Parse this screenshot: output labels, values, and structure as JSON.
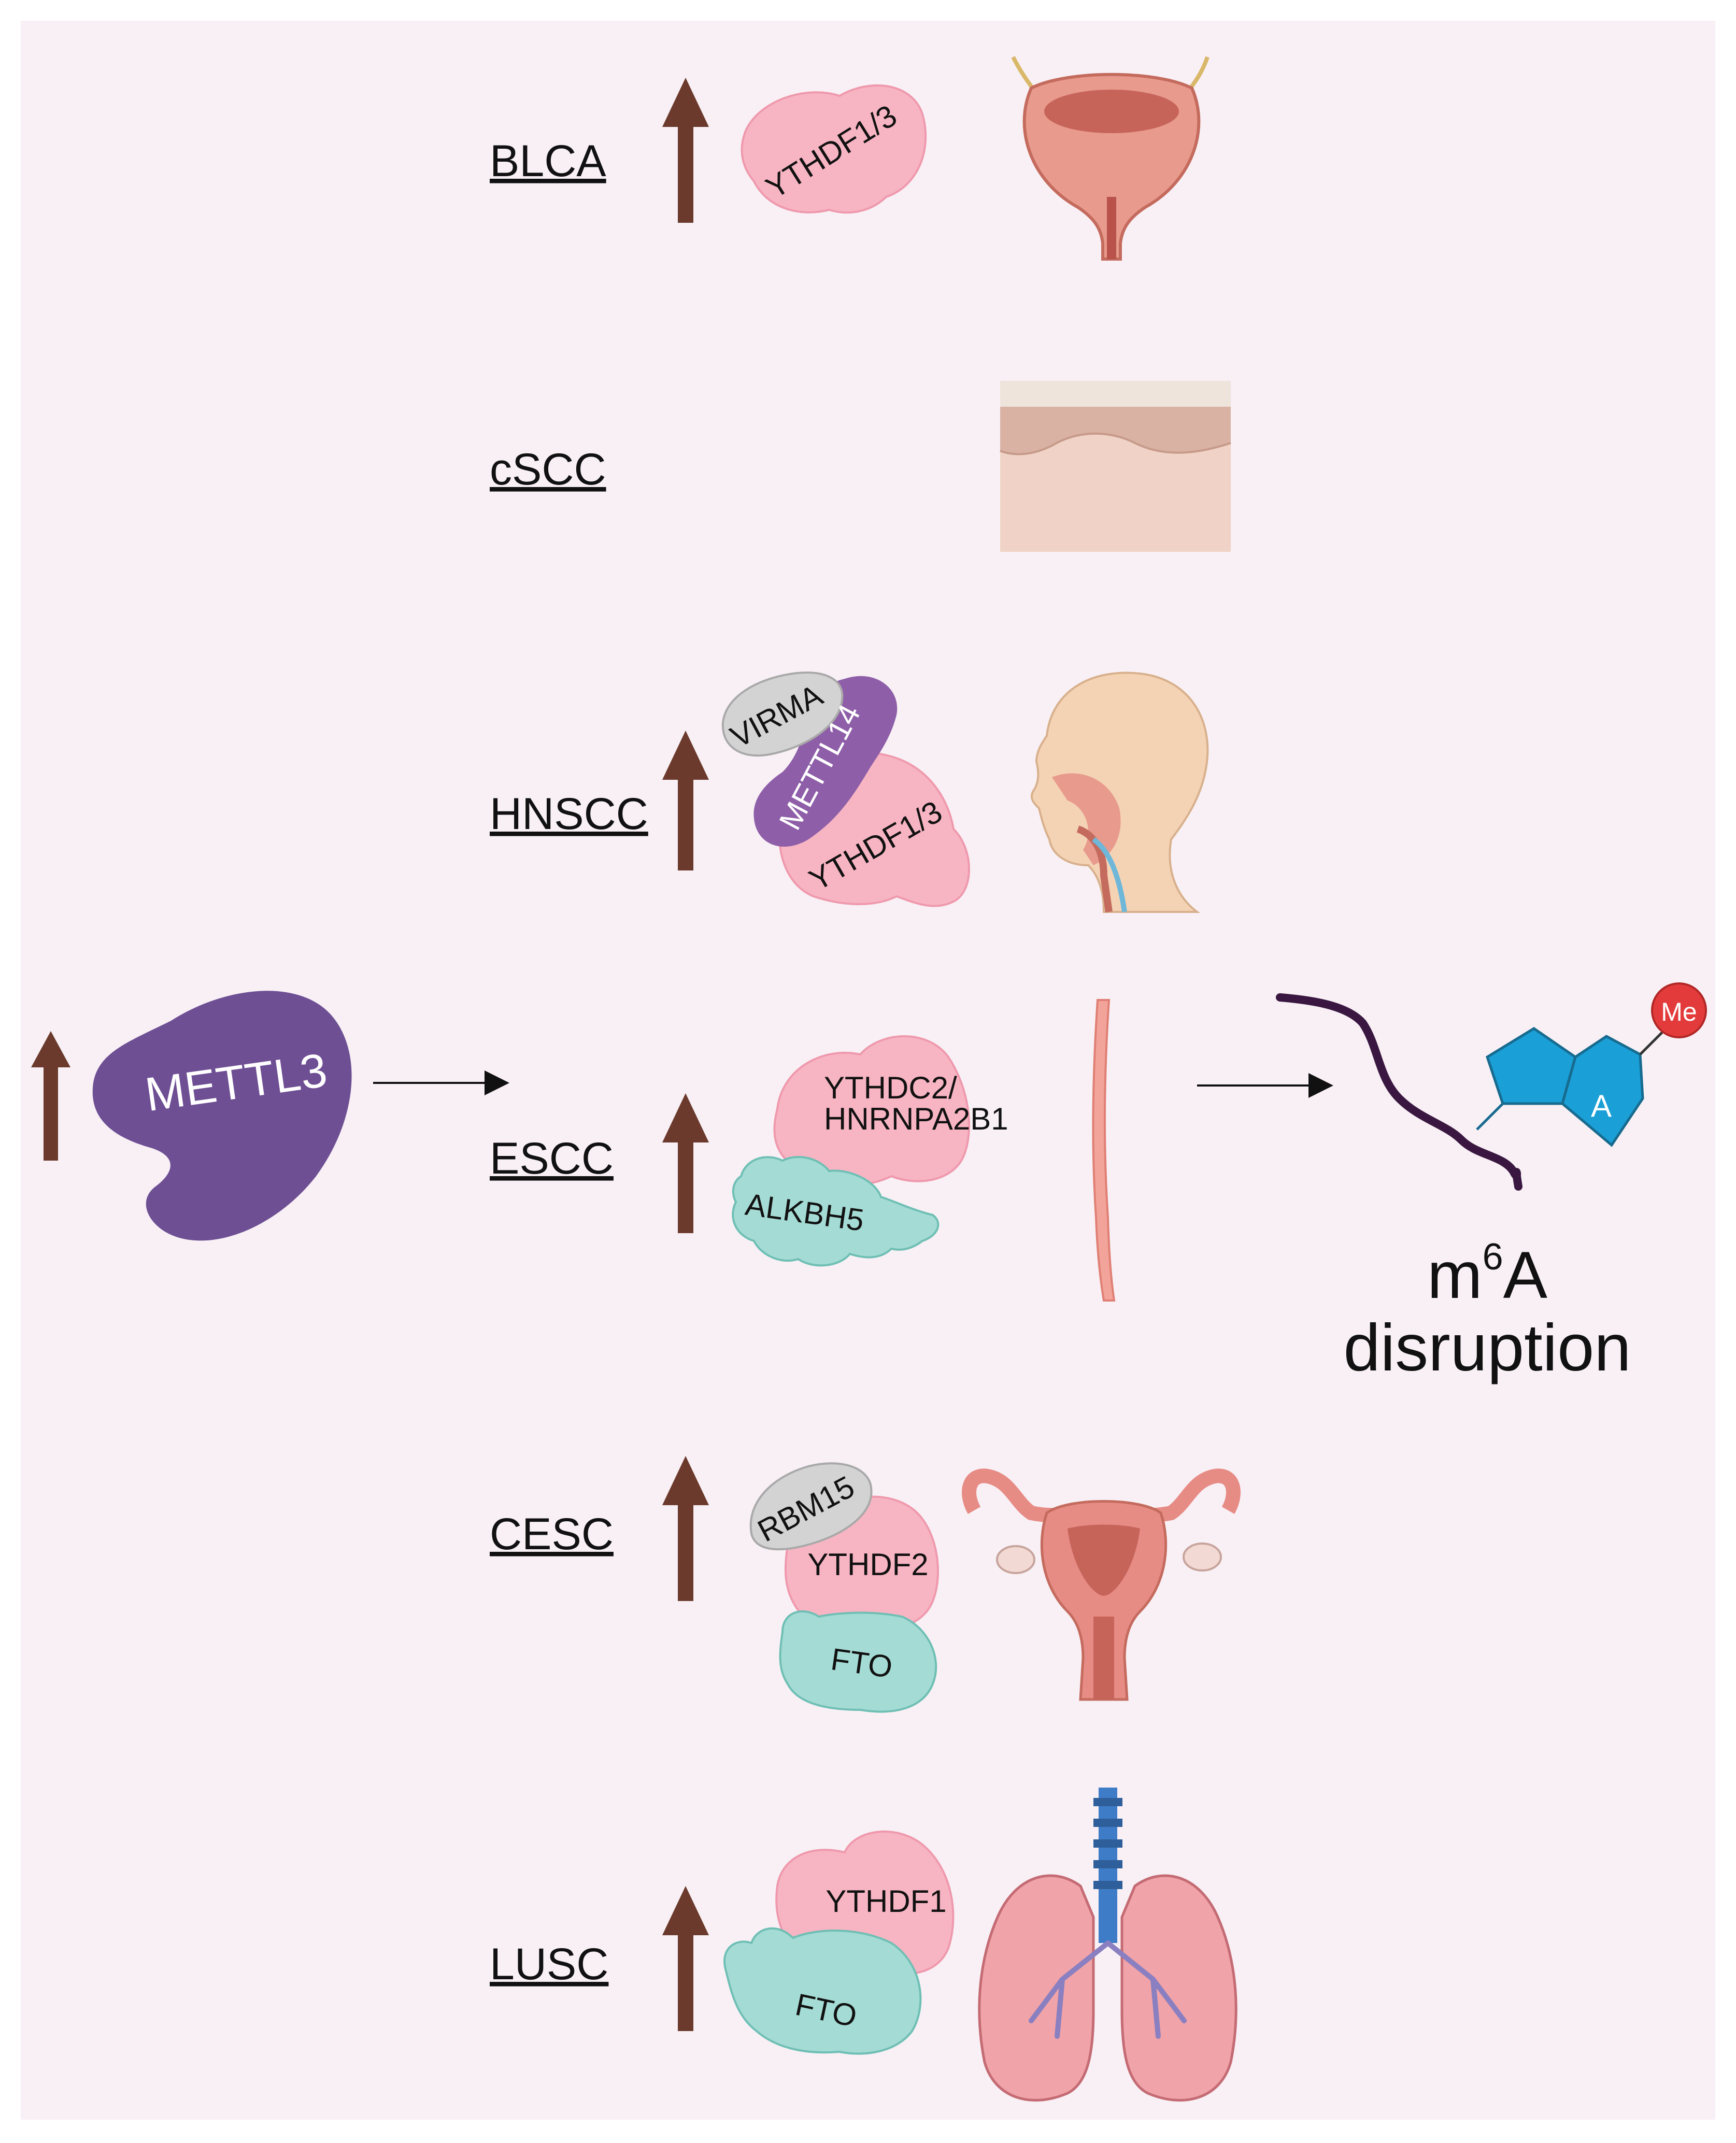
{
  "regulator": {
    "label": "METTL3"
  },
  "rows": [
    {
      "id": "blca",
      "cancer": "BLCA",
      "proteins": [
        "YTHDF1/3"
      ],
      "organ": "bladder-icon"
    },
    {
      "id": "cscc",
      "cancer": "cSCC",
      "proteins": [],
      "organ": "skin-icon"
    },
    {
      "id": "hnscc",
      "cancer": "HNSCC",
      "proteins": [
        "VIRMA",
        "METTL14",
        "YTHDF1/3"
      ],
      "organ": "head-neck-icon"
    },
    {
      "id": "escc",
      "cancer": "ESCC",
      "proteins": [
        "YTHDC2/",
        "HNRNPA2B1",
        "ALKBH5"
      ],
      "organ": "esophagus-icon"
    },
    {
      "id": "cesc",
      "cancer": "CESC",
      "proteins": [
        "RBM15",
        "YTHDF2",
        "FTO"
      ],
      "organ": "uterus-icon"
    },
    {
      "id": "lusc",
      "cancer": "LUSC",
      "proteins": [
        "YTHDF1",
        "FTO"
      ],
      "organ": "lungs-icon"
    }
  ],
  "m6a": {
    "base_label": "A",
    "methyl_label": "Me",
    "title_line1_main": "m",
    "title_line1_sup": "6",
    "title_line1_end": "A",
    "title_line2": "disruption"
  },
  "colors": {
    "background": "#f8f0f5",
    "upregulation_arrow": "#6b3a2c",
    "writer_purple": "#8e5fa8",
    "regulator_purple": "#6e4f94",
    "reader_pink": "#f7b5c3",
    "eraser_teal": "#a4dbd4",
    "cofactor_gray": "#d3d3d3",
    "adenosine_blue": "#1a9fd6",
    "methyl_red": "#e33b3b"
  }
}
